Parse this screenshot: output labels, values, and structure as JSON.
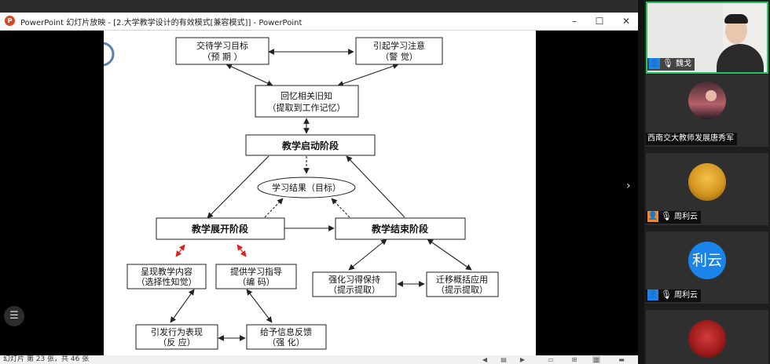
{
  "window": {
    "title": "PowerPoint 幻灯片放映 - [2.大学教学设计的有效模式[兼容模式]] - PowerPoint",
    "app_logo": "P",
    "controls": {
      "minimize": "–",
      "maximize": "☐",
      "close": "✕"
    }
  },
  "slide": {
    "nodes": {
      "goal": [
        "交待学习目标",
        "（预  期  ）"
      ],
      "attention": [
        "引起学习注意",
        "（警  觉）"
      ],
      "recall": [
        "回忆相关旧知",
        "（提取到工作记忆）"
      ],
      "start_phase": [
        "教学启动阶段"
      ],
      "outcome": [
        "学习结果（目标）"
      ],
      "develop_phase": [
        "教学展开阶段"
      ],
      "end_phase": [
        "教学结束阶段"
      ],
      "present": [
        "呈现教学内容",
        "（选择性知觉）"
      ],
      "guide": [
        "提供学习指导",
        "（编   码）"
      ],
      "retain": [
        "强化习得保持",
        "（提示提取）"
      ],
      "transfer": [
        "迁移概括应用",
        "（提示提取）"
      ],
      "behavior": [
        "引发行为表现",
        "（反  应）"
      ],
      "feedback": [
        "给予信息反馈",
        "（强   化）"
      ]
    }
  },
  "statusbar": {
    "slide_counter": "幻灯片 第 23 张，共 46 张"
  },
  "icons": {
    "menu": "☰",
    "next_panel": "›"
  },
  "participants": [
    {
      "name": "魏戈",
      "type": "video",
      "active": true
    },
    {
      "name": "西南交大教师发展唐秀军",
      "type": "avatar-photo"
    },
    {
      "name": "周利云",
      "type": "avatar-photo"
    },
    {
      "name": "周利云",
      "type": "initials",
      "initials": "利云"
    },
    {
      "name": "",
      "type": "avatar-photo"
    }
  ],
  "colors": {
    "active_border": "#21c45e",
    "initials_bg": "#1a84e8",
    "muted_mic": "#ffffff",
    "person_badge": "#1a84e8",
    "orange_badge": "#f08a24"
  }
}
